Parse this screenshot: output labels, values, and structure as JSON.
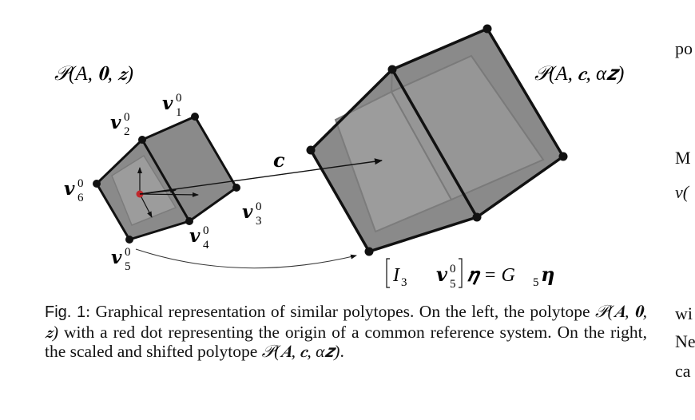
{
  "figure": {
    "left_label": "𝒫(A, 𝟎, 𝒛)",
    "right_label": "𝒫(A, 𝒄, α𝒛)",
    "vector_label": "𝒄",
    "vertices": {
      "v1": {
        "base": "𝒗",
        "sup": "0",
        "sub": "1"
      },
      "v2": {
        "base": "𝒗",
        "sup": "0",
        "sub": "2"
      },
      "v3": {
        "base": "𝒗",
        "sup": "0",
        "sub": "3"
      },
      "v4": {
        "base": "𝒗",
        "sup": "0",
        "sub": "4"
      },
      "v5": {
        "base": "𝒗",
        "sup": "0",
        "sub": "5"
      },
      "v6": {
        "base": "𝒗",
        "sup": "0",
        "sub": "6"
      }
    },
    "equation": {
      "I": "I",
      "I_sub": "3",
      "v": "𝒗",
      "v_sup": "0",
      "v_sub": "5",
      "rhs": "𝜼 = G",
      "G_sub": "5",
      "eta": "𝜼"
    },
    "colors": {
      "face": "#8a8a8a",
      "inner_face": "#a3a3a3",
      "edge": "#111111",
      "origin_dot": "#c0282d"
    }
  },
  "caption": {
    "label": "Fig. 1",
    "text_1": ": Graphical representation of similar polytopes. On the left, the polytope ",
    "math_1": "𝒫(𝑨, 𝟎, 𝒛)",
    "text_2": " with a red dot representing the origin of a common reference system. On the right, the scaled and shifted polytope ",
    "math_2": "𝒫(𝑨, 𝒄, α𝒛)",
    "text_3": "."
  },
  "side_text": [
    "po",
    "M",
    "ν(",
    "wi",
    "Ne",
    "ca"
  ]
}
